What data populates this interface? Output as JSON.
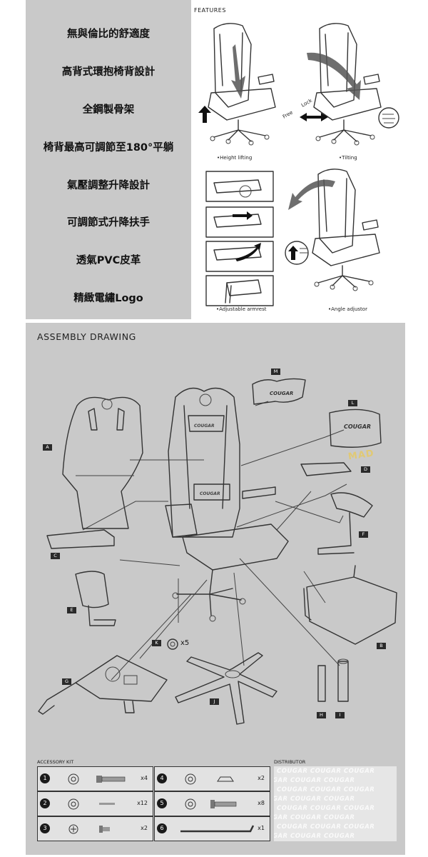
{
  "features": {
    "items": [
      "無與倫比的舒適度",
      "高背式環抱椅背設計",
      "全鋼製骨架",
      "椅背最高可調節至180°平躺",
      "氣壓調整升降設計",
      "可調節式升降扶手",
      "透氣PVC皮革",
      "精緻電繡Logo"
    ],
    "title": "FEATURES",
    "captions": {
      "height": "•Height lifting",
      "tilt": "•Tilting",
      "armrest": "•Adjustable armrest",
      "angle": "•Angle adjustor"
    },
    "tilt_labels": {
      "free": "Free",
      "lock": "Lock"
    }
  },
  "assembly": {
    "title": "ASSEMBLY DRAWING",
    "brand": "COUGAR",
    "parts": [
      "A",
      "B",
      "C",
      "D",
      "E",
      "F",
      "G",
      "H",
      "I",
      "J",
      "K",
      "L",
      "M"
    ],
    "caster_qty": "x5",
    "watermark": "MAD"
  },
  "accessory": {
    "title": "ACCESSORY KIT",
    "items": [
      {
        "num": "1",
        "qty": "x4"
      },
      {
        "num": "2",
        "qty": "x12"
      },
      {
        "num": "3",
        "qty": "x2"
      },
      {
        "num": "4",
        "qty": "x2"
      },
      {
        "num": "5",
        "qty": "x8"
      },
      {
        "num": "6",
        "qty": "x1"
      }
    ]
  },
  "distributor": {
    "title": "DISTRIBUTOR",
    "rows": [
      "COUGAR  COUGAR  COUGAR",
      "GAR  COUGAR  COUGAR",
      "COUGAR  COUGAR  COUGAR",
      "GAR  COUGAR  COUGAR",
      "COUGAR  COUGAR  COUGAR",
      "GAR  COUGAR  COUGAR",
      "COUGAR  COUGAR  COUGAR",
      "GAR  COUGAR  COUGAR"
    ]
  }
}
